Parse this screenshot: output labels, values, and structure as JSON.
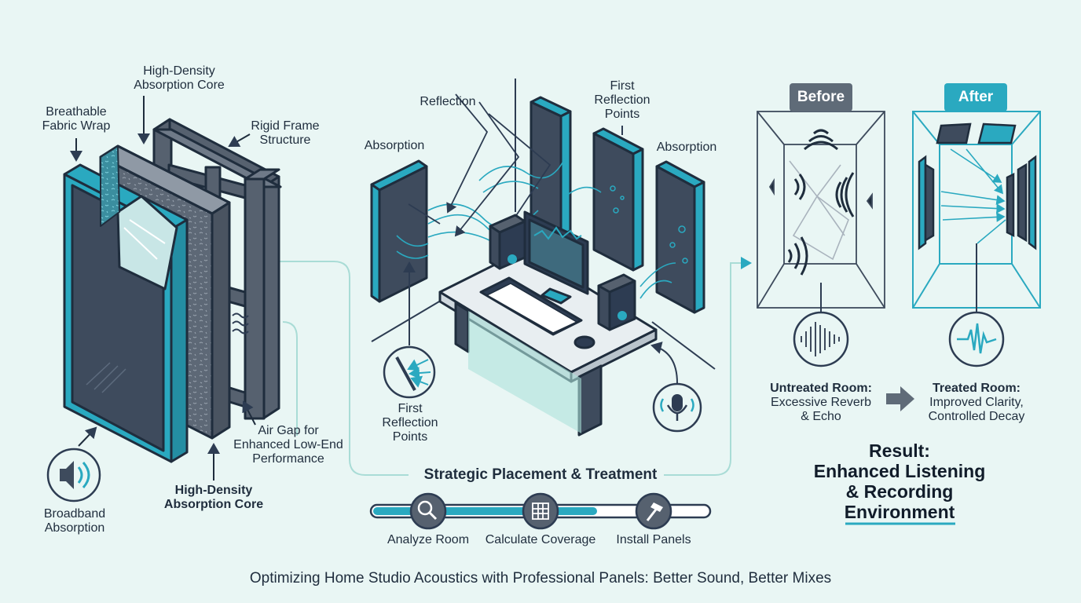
{
  "colors": {
    "accent": "#2aa9c0",
    "navy": "#2d3c52",
    "background": "#e9f6f4",
    "tag_before": "#5f6b78"
  },
  "panel": {
    "core_top": "High-Density\nAbsorption Core",
    "fabric": "Breathable\nFabric Wrap",
    "frame": "Rigid Frame\nStructure",
    "air_gap": "Air Gap for\nEnhanced Low-End\nPerformance",
    "core_bottom": "High-Density\nAbsorption Core",
    "broadband": "Broadband\nAbsorption",
    "broadband_icon": "speaker-icon"
  },
  "studio": {
    "reflection": "Reflection",
    "absorption_left": "Absorption",
    "first_reflection_top": "First\nReflection\nPoints",
    "absorption_right": "Absorption",
    "first_reflection_bottom": "First\nReflection\nPoints",
    "mic_icon": "microphone-icon"
  },
  "process": {
    "title": "Strategic Placement & Treatment",
    "steps": [
      {
        "label": "Analyze Room",
        "icon": "magnifier-icon"
      },
      {
        "label": "Calculate Coverage",
        "icon": "grid-icon"
      },
      {
        "label": "Install Panels",
        "icon": "hammer-icon"
      }
    ]
  },
  "comparison": {
    "before_tag": "Before",
    "after_tag": "After",
    "untreated_title": "Untreated Room:",
    "untreated_desc": "Excessive Reverb\n& Echo",
    "treated_title": "Treated Room:",
    "treated_desc": "Improved Clarity,\nControlled Decay",
    "result": "Result:\nEnhanced Listening\n& Recording\nEnvironment"
  },
  "footer": "Optimizing Home Studio Acoustics with Professional Panels: Better Sound, Better Mixes"
}
